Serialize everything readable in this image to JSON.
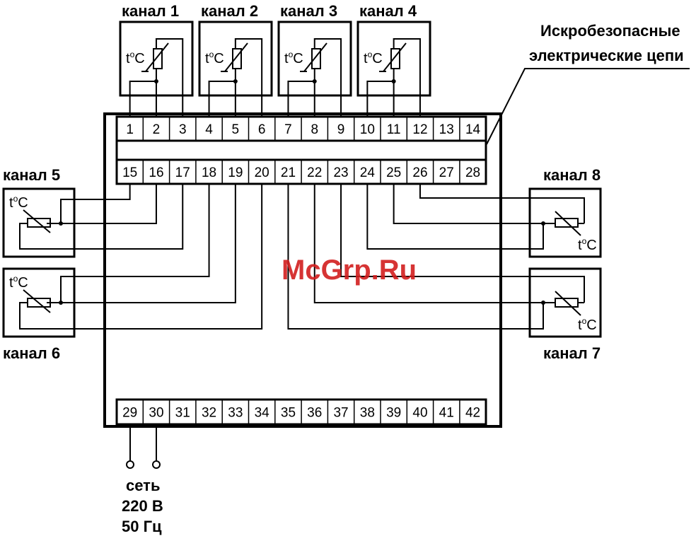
{
  "channels": {
    "ch1": "канал 1",
    "ch2": "канал 2",
    "ch3": "канал 3",
    "ch4": "канал 4",
    "ch5": "канал 5",
    "ch6": "канал 6",
    "ch7": "канал 7",
    "ch8": "канал 8"
  },
  "sensor_label": {
    "t": "t",
    "o": "o",
    "c": "C"
  },
  "top_terminals": [
    "1",
    "2",
    "3",
    "4",
    "5",
    "6",
    "7",
    "8",
    "9",
    "10",
    "11",
    "12",
    "13",
    "14"
  ],
  "middle_terminals": [
    "15",
    "16",
    "17",
    "18",
    "19",
    "20",
    "21",
    "22",
    "23",
    "24",
    "25",
    "26",
    "27",
    "28"
  ],
  "bottom_terminals": [
    "29",
    "30",
    "31",
    "32",
    "33",
    "34",
    "35",
    "36",
    "37",
    "38",
    "39",
    "40",
    "41",
    "42"
  ],
  "safety_note": {
    "line1": "Искробезопасные",
    "line2": "электрические цепи"
  },
  "power": {
    "line1": "сеть",
    "line2": "220 В",
    "line3": "50 Гц"
  },
  "watermark": "McGrp.Ru",
  "colors": {
    "line": "#000000",
    "watermark": "#d21f1f"
  }
}
